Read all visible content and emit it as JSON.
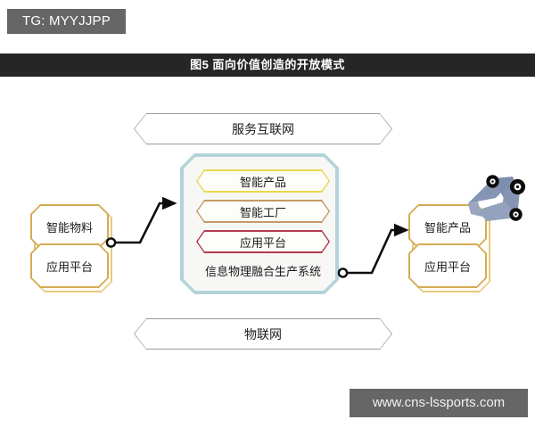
{
  "watermarks": {
    "top_badge": "TG: MYYJJPP",
    "bottom_site": "www.cns-lssports.com"
  },
  "caption": {
    "text": "图5  面向价值创造的开放模式"
  },
  "bands": {
    "top": "服务互联网",
    "bottom": "物联网"
  },
  "cps": {
    "label": "信息物理融合生产系统",
    "chips": [
      {
        "text": "智能产品",
        "color": "#e8d94a"
      },
      {
        "text": "智能工厂",
        "color": "#c49a66"
      },
      {
        "text": "应用平台",
        "color": "#b03a4e"
      }
    ],
    "border_color": "#5fa8ae",
    "fill_color": "#f7f7f5"
  },
  "left_box": {
    "primary": "智能物料",
    "secondary": "应用平台",
    "border_color": "#d4ab54"
  },
  "right_box": {
    "primary": "智能产品",
    "secondary": "应用平台",
    "border_color": "#d4ab54"
  },
  "robot_arm": {
    "name": "robot-arm-graphic",
    "body_color": "#8795b5",
    "joint_color": "#111111"
  },
  "connectors": [
    {
      "name": "left-to-cps",
      "from": "left_box",
      "to": "cps",
      "style": "elbow-arrow"
    },
    {
      "name": "cps-to-right",
      "from": "cps",
      "to": "right_box",
      "style": "elbow-arrow"
    }
  ]
}
